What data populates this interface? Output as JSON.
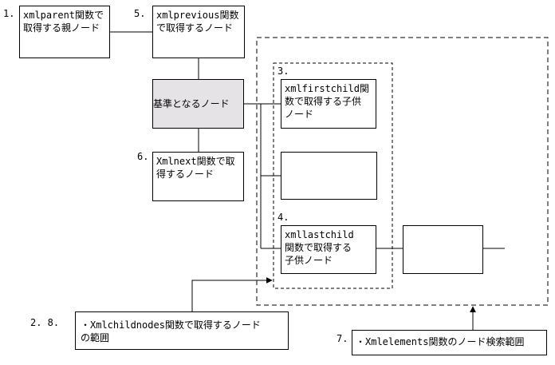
{
  "nodes": {
    "parent": {
      "label": "xmlparent関数で\n取得する親ノード",
      "number": "1."
    },
    "previous": {
      "label": "xmlprevious関数\nで取得するノード",
      "number": "5."
    },
    "base": {
      "label": "基準となるノード",
      "fill": "#e6e3e6"
    },
    "next": {
      "label": "Xmlnext関数で取\n得するノード",
      "number": "6."
    },
    "firstchild": {
      "label": "xmlfirstchild関\n数で取得する子供\nノード",
      "number": "3."
    },
    "middlechild": {
      "label": ""
    },
    "lastchild": {
      "label": "xmllastchild\n関数で取得する\n子供ノード",
      "number": "4."
    },
    "sibling": {
      "label": ""
    }
  },
  "notes": {
    "childnodes": {
      "label": "・Xmlchildnodes関数で取得するノード\nの範囲",
      "number": "2. 8."
    },
    "elements": {
      "label": "・Xmlelements関数のノード検索範囲",
      "number": "7."
    }
  }
}
